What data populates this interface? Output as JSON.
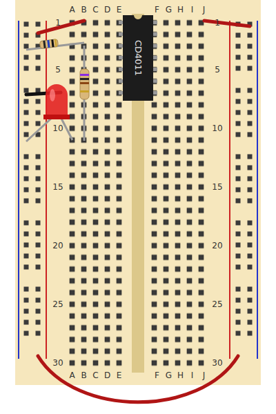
{
  "diagram": {
    "nodes": [
      {
        "text": [
          "CD4011"
        ]
      }
    ],
    "labels": [
      "A",
      "B",
      "C",
      "D",
      "E",
      "F",
      "G",
      "H",
      "I",
      "J",
      "1",
      "5",
      "10",
      "15",
      "20",
      "25",
      "30",
      "1",
      "5",
      "10",
      "15",
      "20",
      "25",
      "30",
      "A",
      "B",
      "C",
      "D",
      "E",
      "F",
      "G",
      "H",
      "I",
      "J"
    ]
  }
}
